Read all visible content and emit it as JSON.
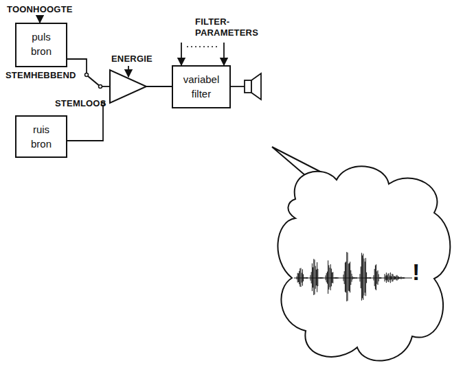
{
  "diagram": {
    "nodes": [
      {
        "text": [
          "puls bron"
        ]
      },
      {
        "text": [
          "ruis bron"
        ]
      },
      {
        "text": [
          "variabel filter"
        ]
      }
    ],
    "labels": [
      "TOONHOOGTE",
      "STEMHEBBEND",
      "STEMLOOS",
      "ENERGIE",
      "FILTER- PARAMETERS",
      "!"
    ]
  }
}
